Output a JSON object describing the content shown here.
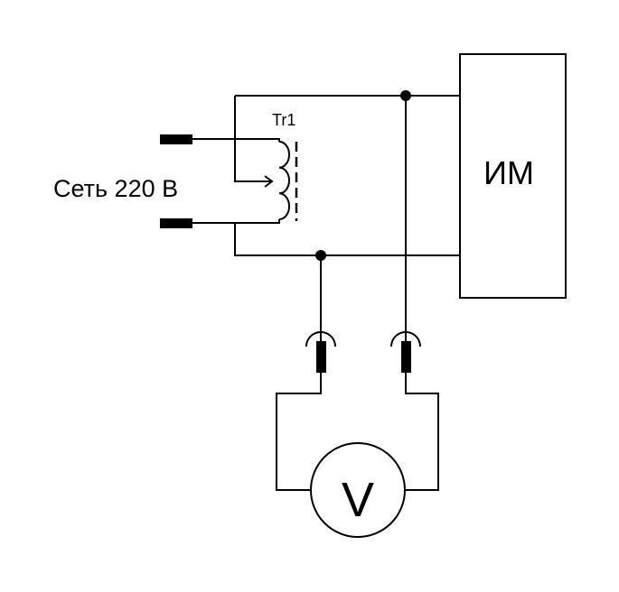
{
  "labels": {
    "network": "Сеть 220 В",
    "transformer": "Tr1",
    "device": "ИМ",
    "voltmeter": "V"
  },
  "colors": {
    "line": "#000000",
    "background": "#ffffff"
  }
}
